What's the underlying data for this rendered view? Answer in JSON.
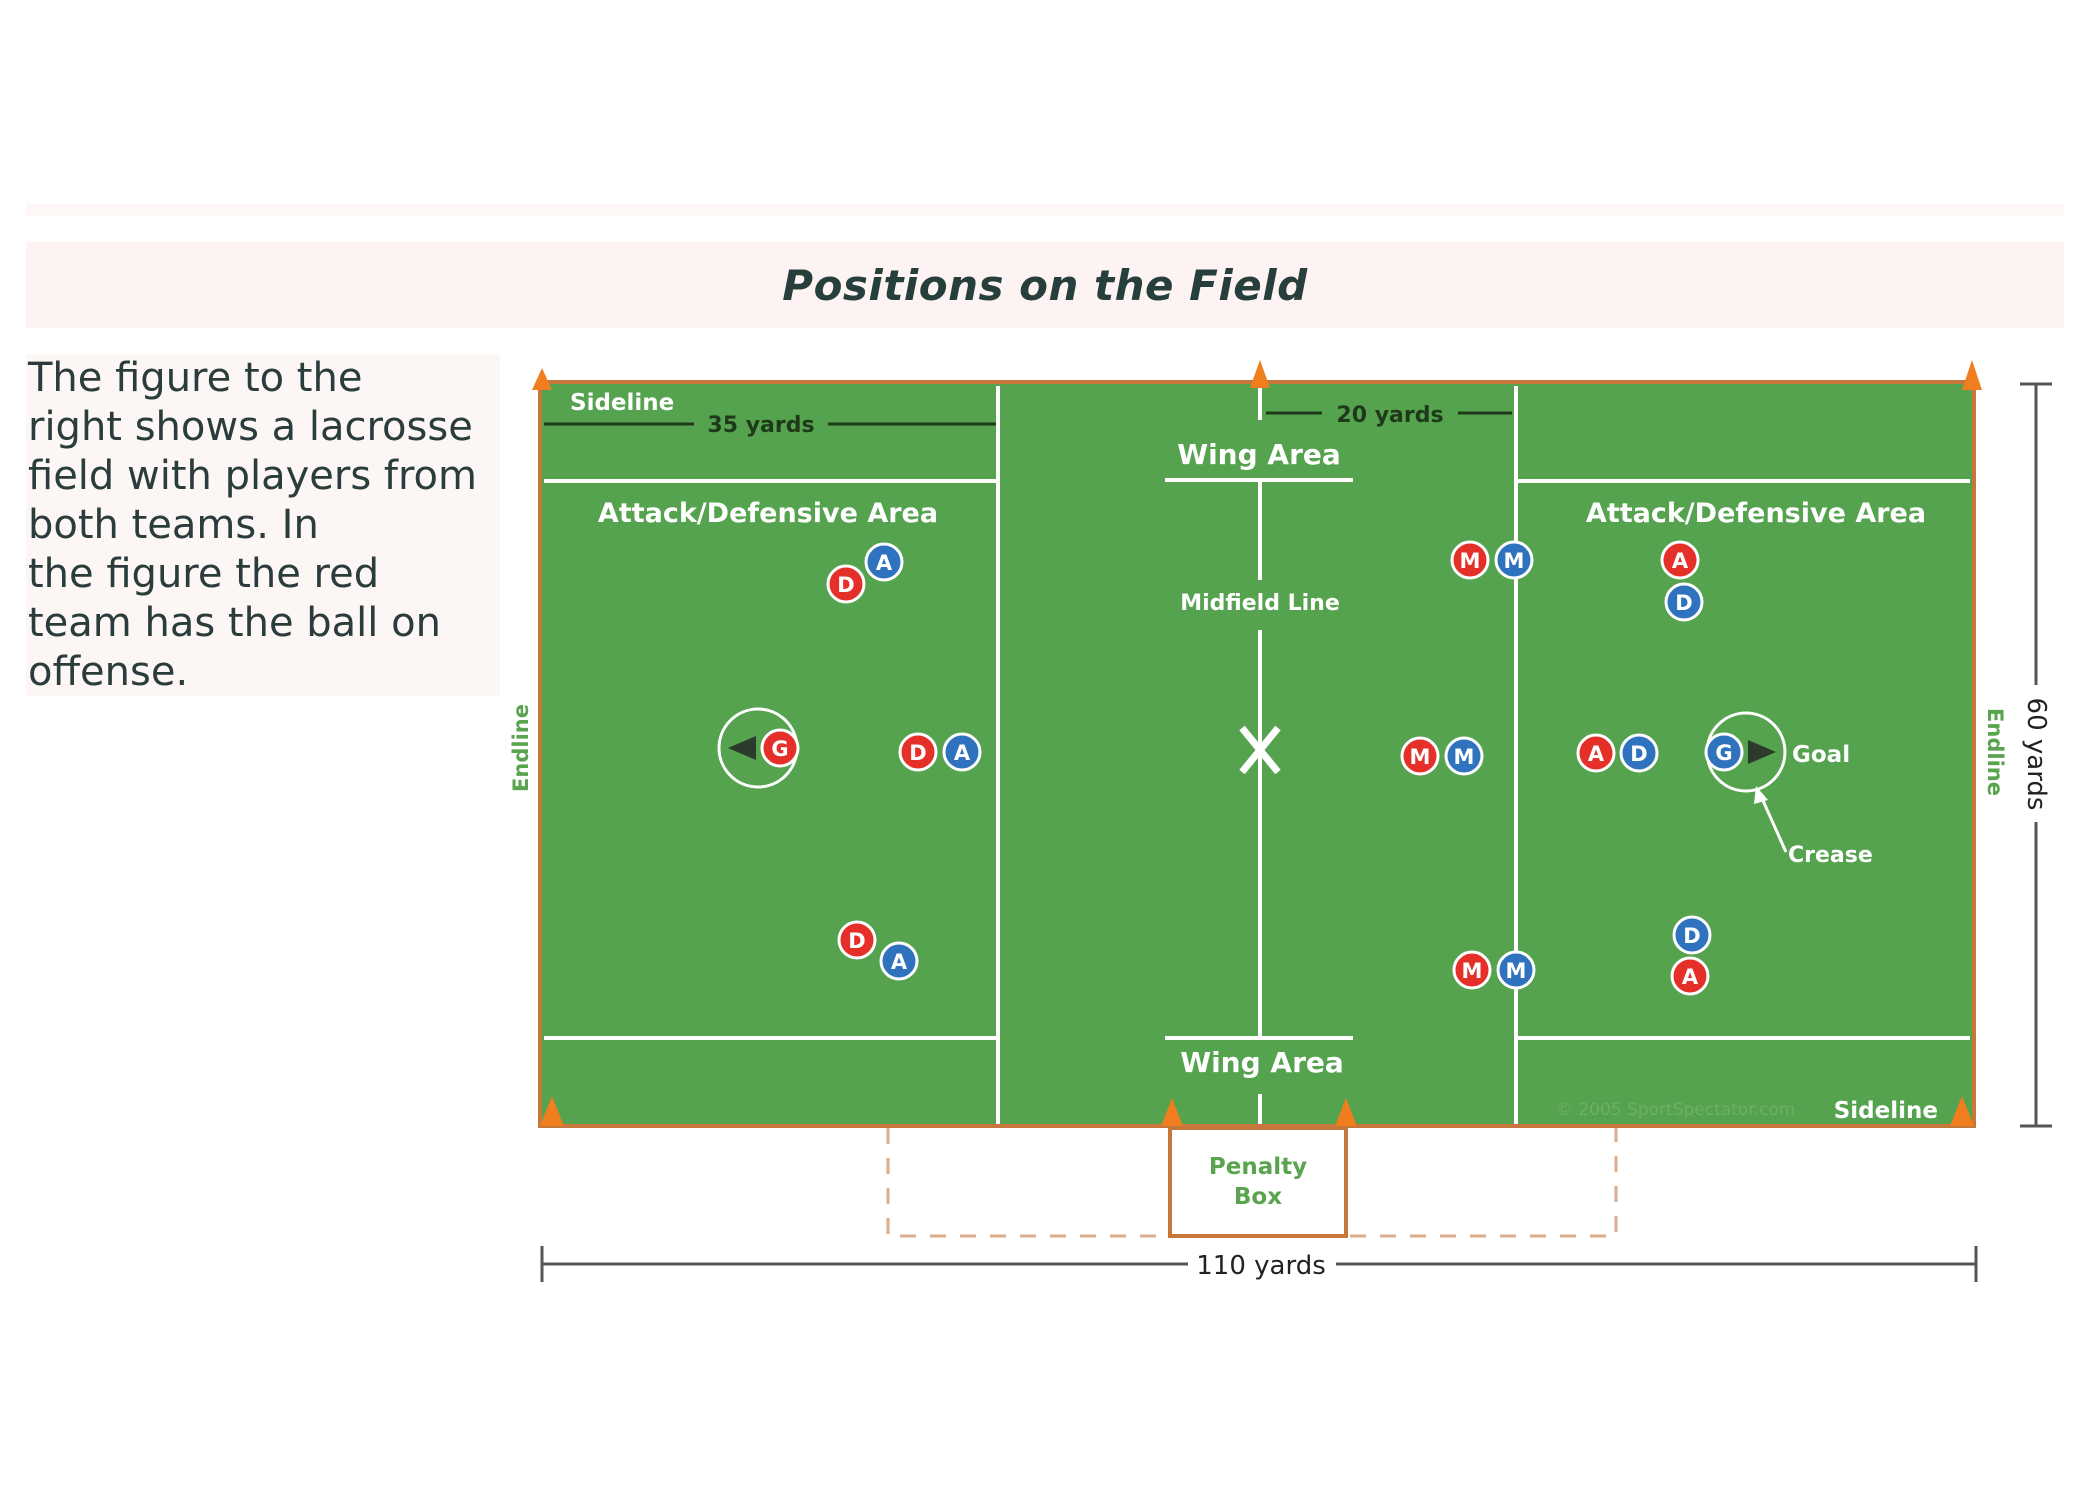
{
  "page": {
    "title": "Positions on the Field",
    "description_lines": [
      "The figure to the",
      "right shows a lacrosse",
      "field with players from",
      "both teams. In",
      "the figure the red",
      "team has the ball on",
      "offense."
    ]
  },
  "field": {
    "colors": {
      "grass": "#55a24f",
      "border": "#c8773a",
      "cone": "#f07d1e",
      "red_team": "#e5302a",
      "blue_team": "#2f72bd",
      "line": "#ffffff",
      "label_green": "#5aa34f",
      "dimension": "#555555"
    },
    "labels": {
      "sideline_top": "Sideline",
      "sideline_bottom": "Sideline",
      "dim_35": "35 yards",
      "dim_20": "20 yards",
      "wing_area_top": "Wing Area",
      "wing_area_bottom": "Wing Area",
      "midfield_line": "Midfield Line",
      "attack_left": "Attack/Defensive Area",
      "attack_right": "Attack/Defensive Area",
      "endline_left": "Endline",
      "endline_right": "Endline",
      "goal": "Goal",
      "crease": "Crease",
      "penalty_line1": "Penalty",
      "penalty_line2": "Box",
      "dim_110": "110 yards",
      "dim_60": "60 yards",
      "copyright": "© 2005 SportSpectator.com"
    },
    "players": [
      {
        "team": "red",
        "label": "D"
      },
      {
        "team": "blue",
        "label": "A"
      },
      {
        "team": "red",
        "label": "G"
      },
      {
        "team": "red",
        "label": "D"
      },
      {
        "team": "blue",
        "label": "A"
      },
      {
        "team": "red",
        "label": "D"
      },
      {
        "team": "blue",
        "label": "A"
      },
      {
        "team": "red",
        "label": "M"
      },
      {
        "team": "blue",
        "label": "M"
      },
      {
        "team": "red",
        "label": "M"
      },
      {
        "team": "blue",
        "label": "M"
      },
      {
        "team": "red",
        "label": "M"
      },
      {
        "team": "blue",
        "label": "M"
      },
      {
        "team": "red",
        "label": "A"
      },
      {
        "team": "blue",
        "label": "D"
      },
      {
        "team": "red",
        "label": "A"
      },
      {
        "team": "blue",
        "label": "D"
      },
      {
        "team": "blue",
        "label": "G"
      },
      {
        "team": "blue",
        "label": "D"
      },
      {
        "team": "red",
        "label": "A"
      }
    ]
  }
}
